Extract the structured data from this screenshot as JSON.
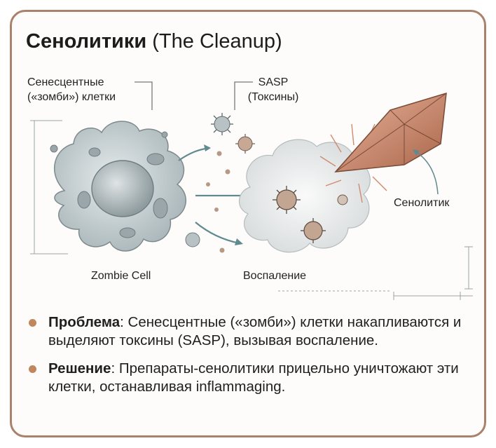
{
  "title": {
    "bold": "Сенолитики",
    "rest": "(The Cleanup)"
  },
  "labels": {
    "senescent_line1": "Сенесцентные",
    "senescent_line2": "(«зомби») клетки",
    "sasp_line1": "SASP",
    "sasp_line2": "(Токсины)",
    "zombie_cell": "Zombie Cell",
    "inflammation": "Воспаление",
    "senolytic": "Сенолитик"
  },
  "bullets": [
    {
      "term": "Проблема",
      "text": ": Сенесцентные («зомби») клетки накапливаются и выделяют токсины (SASP), вызывая воспаление."
    },
    {
      "term": "Решение",
      "text": ": Препараты-сенолитики прицельно уничтожают эти клетки, останавливая inflammaging."
    }
  ],
  "colors": {
    "border": "#a8826a",
    "bullet": "#c0865e",
    "crystal": "#c98a6e",
    "cell": "#c7d0d2"
  }
}
